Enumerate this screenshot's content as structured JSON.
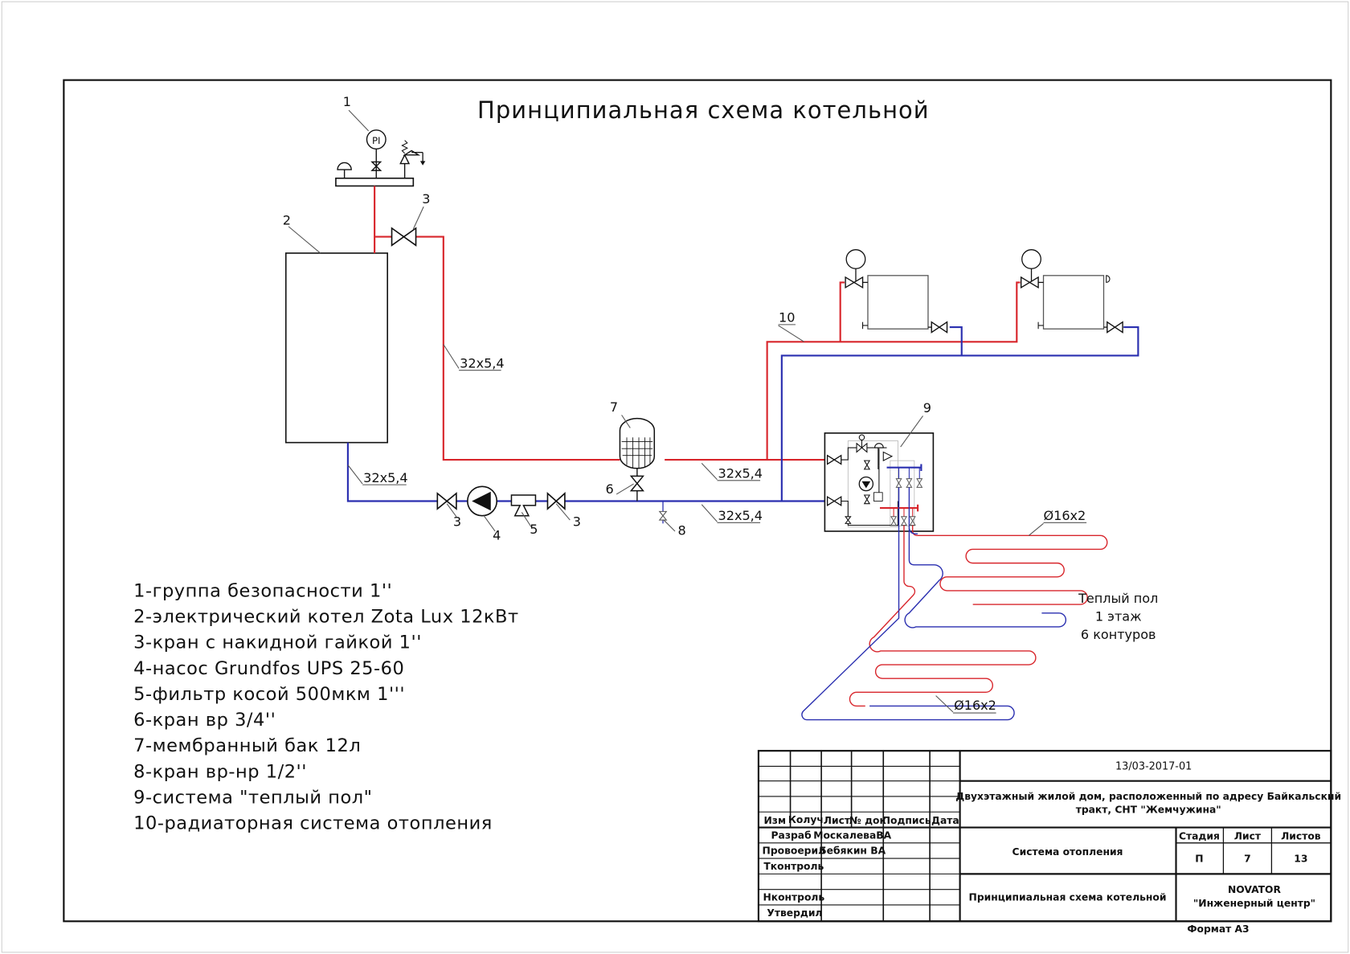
{
  "drawing": {
    "title": "Принципиальная схема котельной",
    "colors": {
      "supply_pipe": "#d8262c",
      "return_pipe": "#2a2fb0",
      "line": "#111111",
      "background": "#ffffff"
    },
    "callouts": {
      "safety_group": "1",
      "boiler": "2",
      "valve_top": "3",
      "valve_left": "3",
      "pump": "4",
      "filter": "5",
      "valve_right": "3",
      "tank_valve": "6",
      "tank": "7",
      "drain_valve": "8",
      "floor_system": "9",
      "radiator_system": "10"
    },
    "safety_group_gauge": "PI",
    "pipe_labels": {
      "supply_vertical": "32x5,4",
      "boiler_return": "32x5,4",
      "supply_main": "32x5,4",
      "return_main": "32x5,4",
      "floor_top": "Ø16x2",
      "floor_bottom": "Ø16x2"
    },
    "floor_heating_note": [
      "Теплый пол",
      "1 этаж",
      "6 контуров"
    ],
    "legend": [
      "1-группа безопасности 1''",
      "2-электрический котел Zota Lux 12кВт",
      "3-кран  с накидной гайкой 1''",
      "4-насос Grundfos UPS 25-60",
      "5-фильтр косой 500мкм 1'''",
      "6-кран вр 3/4''",
      "7-мембранный бак 12л",
      "8-кран вр-нр 1/2''",
      "9-система \"теплый пол\"",
      "10-радиаторная система отопления"
    ]
  },
  "title_block": {
    "doc_code": "13/03-2017-01",
    "project_line1": "Двухэтажный жилой дом, расположенный по адресу Байкальский",
    "project_line2": "тракт, СНТ \"Жемчужина\"",
    "headers": {
      "izm": "Изм",
      "kol": "Колуч",
      "list": "Лист",
      "doc": "№ док",
      "sign": "Подпись",
      "date": "Дата"
    },
    "roles": {
      "developed": "Разраб",
      "checked": "Провоерил",
      "tcontrol": "Тконтроль",
      "ncontrol": "Нконтроль",
      "approved": "Утвердил"
    },
    "names": {
      "developed": "МоскалеваВА",
      "checked": "Бебякин ВА"
    },
    "section": "Система отопления",
    "stage_header": "Стадия",
    "sheet_header": "Лист",
    "sheets_header": "Листов",
    "stage": "П",
    "sheet": "7",
    "sheets": "13",
    "drawing_name": "Принципиальная схема котельной",
    "company_line1": "NOVATOR",
    "company_line2": "\"Инженерный центр\"",
    "format": "Формат А3"
  }
}
